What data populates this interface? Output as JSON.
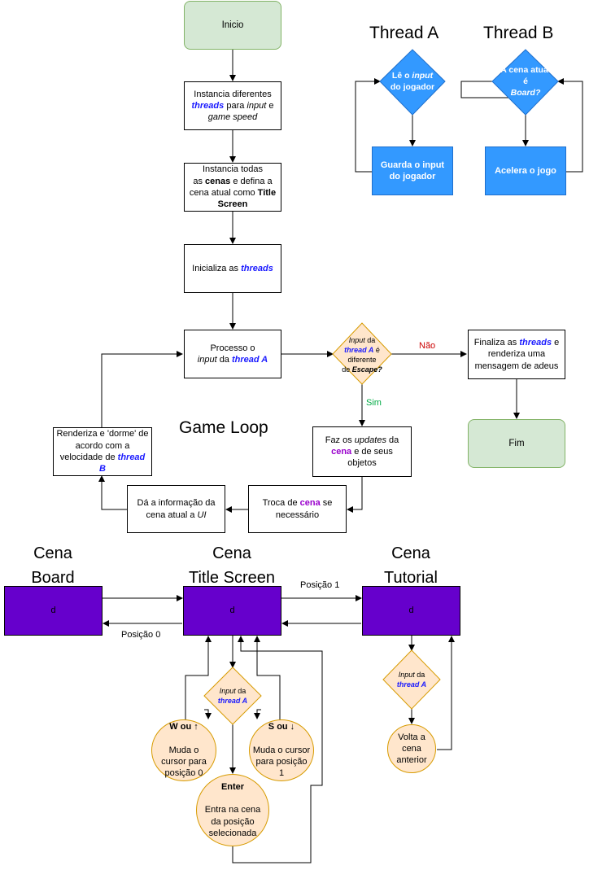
{
  "headers": {
    "thread_a": "Thread A",
    "thread_b": "Thread B",
    "game_loop": "Game Loop",
    "cena": "Cena",
    "board": "Board",
    "title_screen": "Title Screen",
    "tutorial": "Tutorial"
  },
  "flow": {
    "inicio": "Inicio",
    "instancia_threads": {
      "a": "Instancia diferentes",
      "threads": "threads",
      "b": "para",
      "input": "input",
      "c": "e",
      "game_speed": "game speed"
    },
    "instancia_cenas": {
      "a": "Instancia todas",
      "b": "as",
      "cenas": "cenas",
      "c": "e defina a cena atual como",
      "title": "Title Screen"
    },
    "inicializa": {
      "a": "Inicializa as",
      "threads": "threads"
    },
    "processa": {
      "a": "Processo o",
      "input": "input",
      "b": "da",
      "thread_a": "thread A"
    },
    "decision": {
      "input": "Input",
      "da": "da",
      "thread_a": "thread A",
      "e": "é",
      "diferente": "diferente",
      "de": "de",
      "escape": "Escape?"
    },
    "nao": "Não",
    "sim": "Sim",
    "finaliza": {
      "a": "Finaliza as",
      "threads": "threads",
      "b": "e renderiza uma mensagem de adeus"
    },
    "fim": "Fim",
    "updates": {
      "a": "Faz os",
      "updates": "updates",
      "b": "da",
      "cena": "cena",
      "c": "e de seus objetos"
    },
    "troca": {
      "a": "Troca de",
      "cena": "cena",
      "b": "se necessário"
    },
    "informacao": {
      "a": "Dá a informação da cena atual a",
      "ui": "UI"
    },
    "renderiza": {
      "a": "Renderiza e 'dorme' de acordo com a velocidade de",
      "thread_b": "thread B"
    }
  },
  "threads_panel": {
    "a_decision": {
      "a": "Lê o",
      "input": "input",
      "b": "do jogador"
    },
    "a_box": "Guarda o input do jogador",
    "b_decision": {
      "a": "A cena atual é",
      "board": "Board?"
    },
    "b_box": "Acelera o jogo"
  },
  "scenes": {
    "board_box": "d",
    "title_box": "d",
    "tutorial_box": "d",
    "posicao1": "Posição 1",
    "posicao0": "Posição 0",
    "title_decision": {
      "input": "Input",
      "da": "da",
      "thread_a": "thread A"
    },
    "w": {
      "title": "W ou ↑",
      "body": "Muda o cursor para posição 0"
    },
    "s": {
      "title": "S ou ↓",
      "body": "Muda o cursor para posição 1"
    },
    "enter": {
      "title": "Enter",
      "body": "Entra na cena da posição selecionada"
    },
    "tut_decision": {
      "input": "Input",
      "da": "da",
      "thread_a": "thread A"
    },
    "volta": "Volta a cena anterior"
  }
}
